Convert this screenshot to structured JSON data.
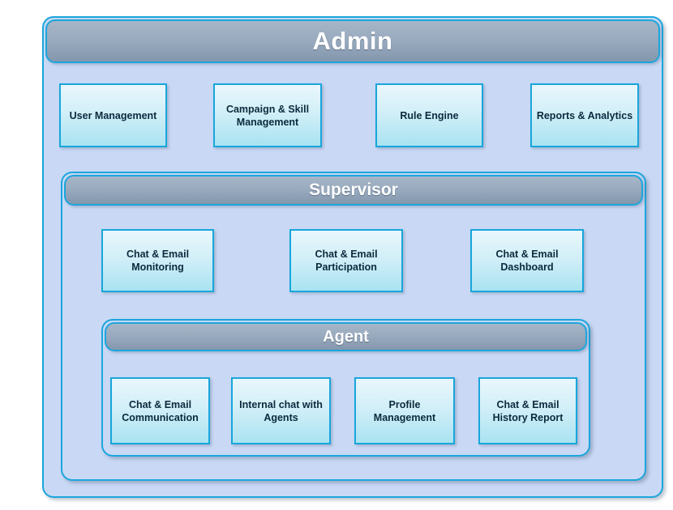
{
  "diagram": {
    "title": "Admin",
    "type": "hierarchy",
    "colors": {
      "panel_background": "#c9d9f5",
      "panel_border": "#1ba6dc",
      "node_border": "#18a6dc",
      "node_fill_top": "#e9f7fc",
      "node_fill_bottom": "#a9e3f1",
      "header_gradient_top": "#a6b6c8",
      "header_gradient_bottom": "#8397ad",
      "header_text": "#ffffff",
      "node_text": "#0b2a3d"
    }
  },
  "levels": {
    "admin": {
      "header_label": "Admin",
      "nodes": [
        {
          "label": "User Management"
        },
        {
          "label": "Campaign & Skill Management"
        },
        {
          "label": "Rule Engine"
        },
        {
          "label": "Reports & Analytics"
        }
      ]
    },
    "supervisor": {
      "header_label": "Supervisor",
      "nodes": [
        {
          "label": "Chat & Email Monitoring"
        },
        {
          "label": "Chat & Email Participation"
        },
        {
          "label": "Chat & Email Dashboard"
        }
      ]
    },
    "agent": {
      "header_label": "Agent",
      "nodes": [
        {
          "label": "Chat & Email Communication"
        },
        {
          "label": "Internal chat with Agents"
        },
        {
          "label": "Profile Management"
        },
        {
          "label": "Chat & Email History Report"
        }
      ]
    }
  }
}
